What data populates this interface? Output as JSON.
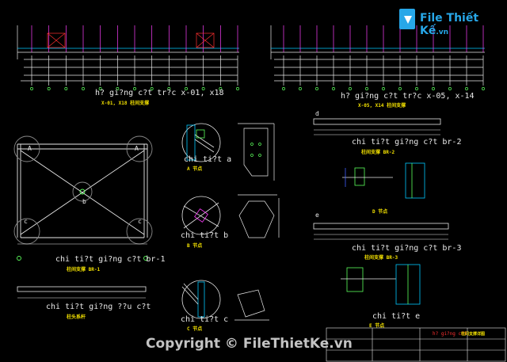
{
  "logo": {
    "brand": "File Thiết Kế",
    "domain": ".vn"
  },
  "copyright": "Copyright © FileThietKe.vn",
  "elevation_left": {
    "title": "h? gi?ng c?t tr?c x-01, x18",
    "subtitle": "X-01, X18 柱间支撑"
  },
  "elevation_right": {
    "title": "h? gi?ng c?t tr?c x-05, x-14",
    "subtitle": "X-05, X14 柱间支撑"
  },
  "brace": {
    "title": "chi ti?t gi?ng c?t br-1",
    "subtitle": "柱间支撑 BR-1",
    "node_a": "A",
    "node_b": "b",
    "node_c": "c"
  },
  "detail_a": {
    "title": "chi ti?t a",
    "subtitle": "A 节点"
  },
  "detail_b": {
    "title": "chi ti?t b",
    "subtitle": "B 节点"
  },
  "detail_c": {
    "title": "chi ti?t c",
    "subtitle": "C 节点"
  },
  "top_beam": {
    "title": "chi ti?t gi?ng ??u c?t",
    "subtitle": "柱头系杆"
  },
  "br2": {
    "title": "chi ti?t gi?ng c?t br-2",
    "subtitle": "柱间支撑 BR-2",
    "mark": "d"
  },
  "br3": {
    "title": "chi ti?t gi?ng c?t br-3",
    "subtitle": "柱间支撑 BR-3",
    "mark": "e"
  },
  "detail_d": {
    "title": "D 节点"
  },
  "detail_e": {
    "title": "chi ti?t e",
    "subtitle": "E 节点"
  },
  "title_block": {
    "title": "h? gi?ng c?t",
    "subtitle": "柱间支撑详图"
  },
  "colors": {
    "line": "#e8e8e8",
    "accent": "#f2e000",
    "cyan": "#00c8ff",
    "magenta": "#ff3fff",
    "green": "#5cff5c",
    "red": "#ff3030",
    "blue": "#4060ff"
  }
}
